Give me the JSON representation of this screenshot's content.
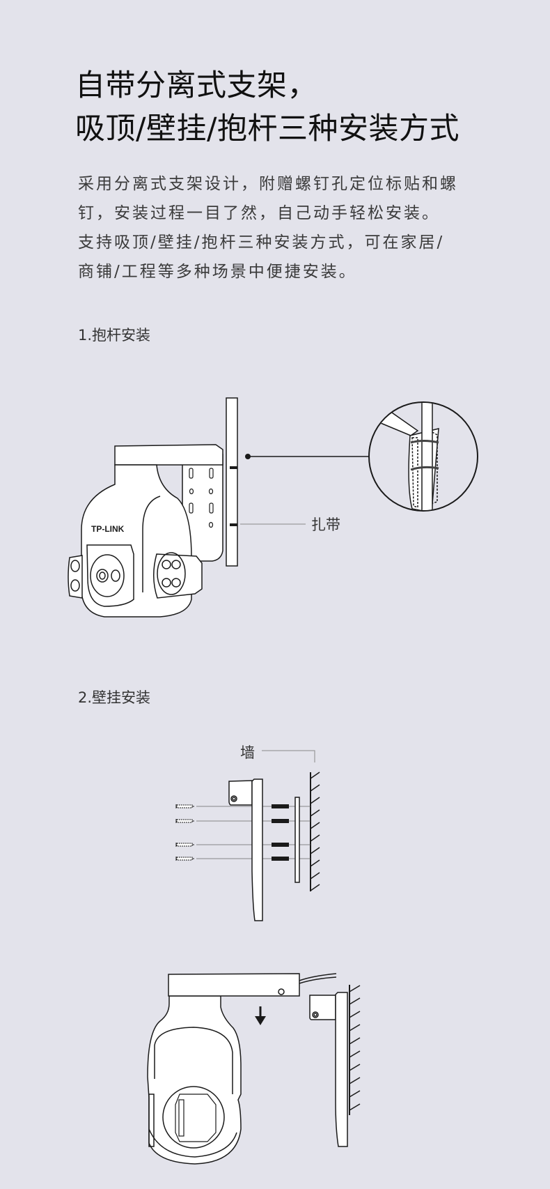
{
  "heading": {
    "line1": "自带分离式支架，",
    "line2": "吸顶/壁挂/抱杆三种安装方式"
  },
  "description": [
    "采用分离式支架设计，附赠螺钉孔定位标贴和螺",
    "钉，安装过程一目了然，自己动手轻松安装。",
    "支持吸顶/壁挂/抱杆三种安装方式，可在家居/",
    "商铺/工程等多种场景中便捷安装。"
  ],
  "sections": {
    "pole": {
      "title": "1.抱杆安装",
      "strap_label": "扎带",
      "brand_logo": "TP-LINK"
    },
    "wall": {
      "title": "2.壁挂安装",
      "wall_label": "墙"
    }
  },
  "colors": {
    "background": "#e3e3eb",
    "line": "#1a1a1a",
    "fill": "#ffffff"
  }
}
